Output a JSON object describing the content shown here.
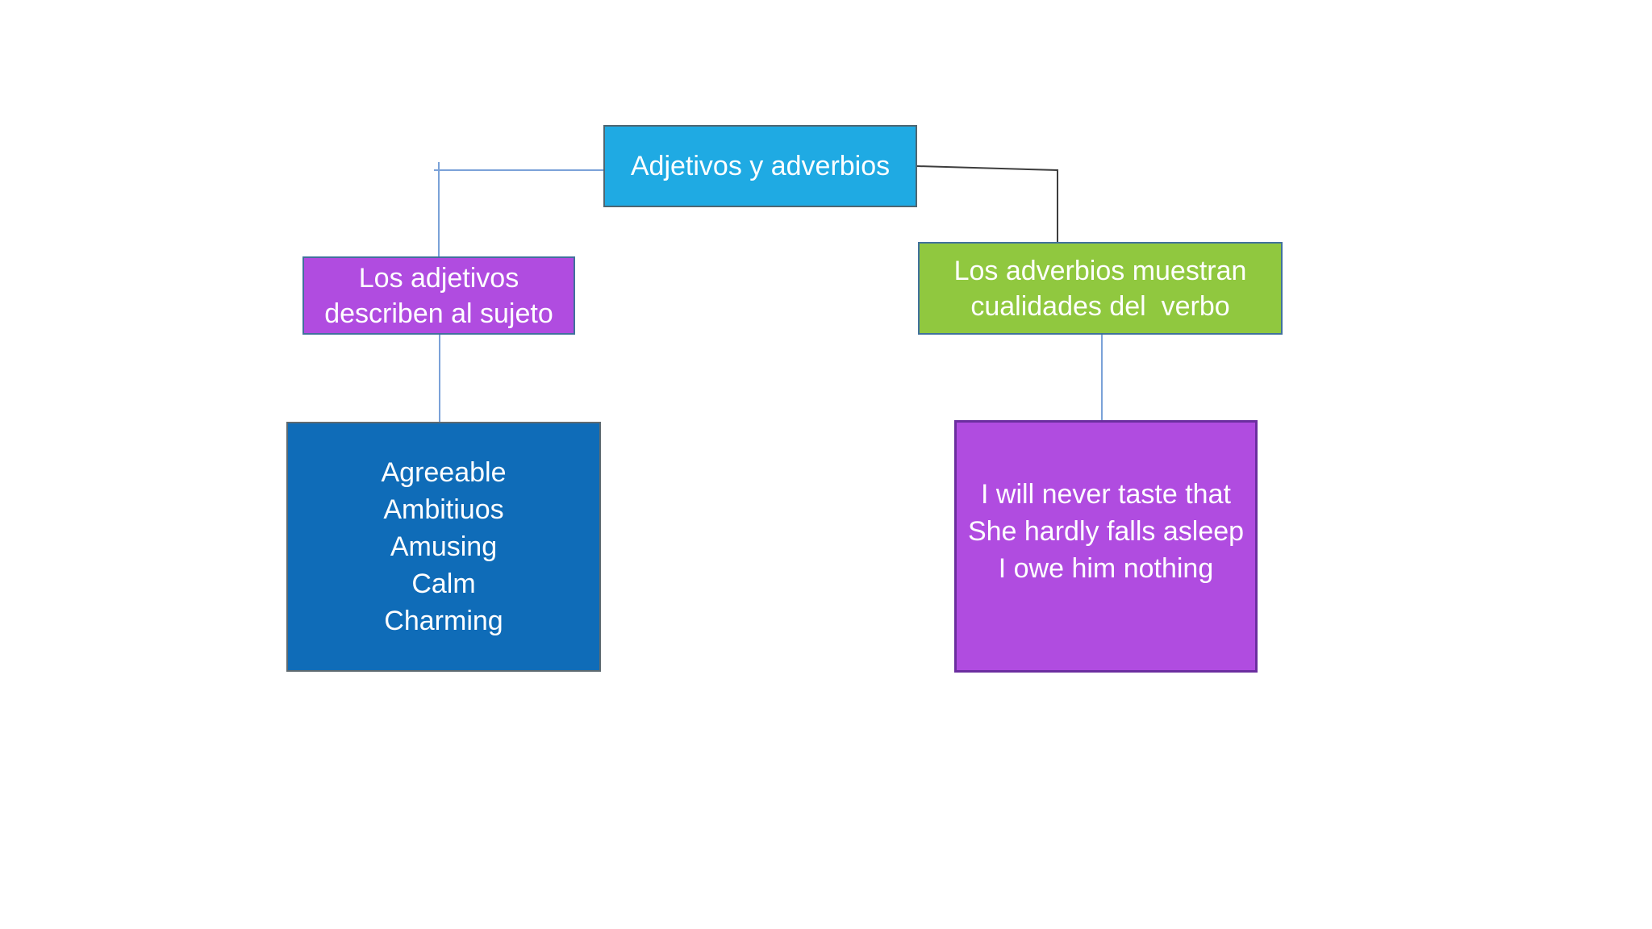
{
  "diagram_title": "Adjetivos y adverbios",
  "background_color": "#ffffff",
  "text_color": "#ffffff",
  "connectors": {
    "light_color": "#7ba2d8",
    "dark_color": "#3d3d3d"
  },
  "nodes": {
    "root": {
      "text": "Adjetivos y adverbios",
      "fill": "#1faae3",
      "border": "#4e6672"
    },
    "adjectives_definition": {
      "text": "Los adjetivos\ndescriben al sujeto",
      "fill": "#b04ce0",
      "border": "#41719c"
    },
    "adverbs_definition": {
      "text": "Los adverbios muestran\ncualidades del  verbo",
      "fill": "#90c83f",
      "border": "#41719c"
    },
    "adjectives_examples": {
      "text": "Agreeable\nAmbitiuos\nAmusing\nCalm\nCharming",
      "fill": "#0f6cb8",
      "border": "#5e6a70"
    },
    "adverbs_examples": {
      "text": "I will never taste that\nShe hardly falls asleep\nI owe him nothing",
      "fill": "#b04ce0",
      "border": "#6b2e9f"
    }
  }
}
